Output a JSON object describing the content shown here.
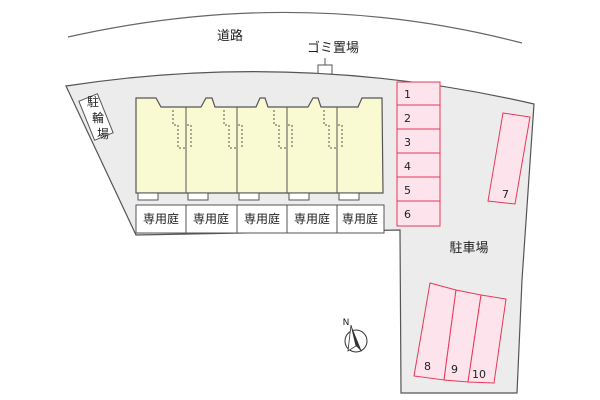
{
  "labels": {
    "road": "道路",
    "garbage": "ゴミ置場",
    "bicycle": "駐輪場",
    "parking": "駐車場",
    "north": "N"
  },
  "gardens": [
    "専用庭",
    "専用庭",
    "専用庭",
    "専用庭",
    "専用庭"
  ],
  "parking_spaces": [
    "1",
    "2",
    "3",
    "4",
    "5",
    "6",
    "7",
    "8",
    "9",
    "10"
  ],
  "colors": {
    "lot": "#ececec",
    "building": "#fafad2",
    "parking_fill": "#fde4ec",
    "parking_stroke": "#e8385a",
    "outline": "#555555"
  }
}
